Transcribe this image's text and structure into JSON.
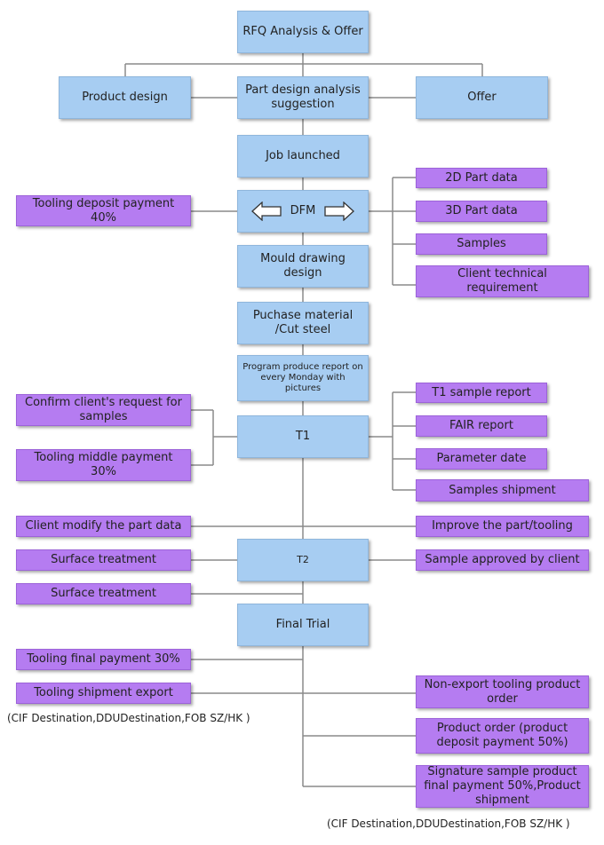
{
  "blue": {
    "rfq": "RFQ Analysis & Offer",
    "product_design": "Product design",
    "part_design": "Part design analysis suggestion",
    "offer": "Offer",
    "job_launched": "Job launched",
    "dfm": "DFM",
    "mould_drawing": "Mould drawing design",
    "purchase": "Puchase material /Cut steel",
    "program_report": "Program produce report on every Monday with pictures",
    "t1": "T1",
    "t2": "T2",
    "final_trial": "Final Trial"
  },
  "purple": {
    "tooling_deposit": "Tooling deposit payment 40%",
    "part_2d": "2D Part data",
    "part_3d": "3D Part data",
    "samples": "Samples",
    "client_tech": "Client technical requirement",
    "confirm_request": "Confirm client's request for samples",
    "tooling_middle": "Tooling middle payment 30%",
    "t1_report": "T1 sample report",
    "fair_report": "FAIR report",
    "parameter_date": "Parameter date",
    "samples_shipment": "Samples shipment",
    "client_modify": "Client modify the part data",
    "improve": "Improve the part/tooling",
    "surface_1": "Surface treatment",
    "sample_approved": "Sample approved by client",
    "surface_2": "Surface treatment",
    "tooling_final": "Tooling final payment 30%",
    "tooling_shipment": "Tooling shipment export",
    "non_export": "Non-export tooling product order",
    "product_order": "Product order (product deposit payment 50%)",
    "signature": "Signature sample product final payment 50%,Product shipment"
  },
  "notes": {
    "left": "(CIF Destination,DDUDestination,FOB SZ/HK )",
    "bottom": "(CIF Destination,DDUDestination,FOB SZ/HK )"
  },
  "icons": [
    "left-arrow-icon",
    "right-arrow-icon"
  ],
  "colors": {
    "blue_box": "#a7cdf2",
    "purple_box": "#b57cf1",
    "connector": "#888888"
  }
}
